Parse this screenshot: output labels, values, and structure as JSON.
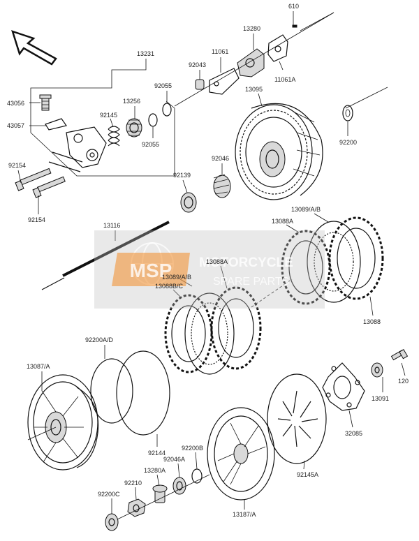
{
  "diagram": {
    "part_labels": [
      "610",
      "13280",
      "11061",
      "13231",
      "92043",
      "11061A",
      "92055",
      "13256",
      "13095",
      "43056",
      "92145",
      "43057",
      "92055",
      "92200",
      "92046",
      "92154",
      "92139",
      "92154",
      "13089/A/B",
      "13116",
      "13088A",
      "13088A",
      "13089/A/B",
      "13088B/C",
      "13088",
      "92200A/D",
      "13087/A",
      "120",
      "13091",
      "32085",
      "92144",
      "92200B",
      "92046A",
      "13280A",
      "92210",
      "92145A",
      "92200C",
      "13187/A"
    ]
  },
  "watermark": {
    "logo": "MSP",
    "brand": "MOTORCYCLE",
    "tagline": "SPARE PARTS"
  },
  "colors": {
    "line": "#111111",
    "watermark_orange": "#f28c28",
    "watermark_grey": "#bfbfbf"
  }
}
